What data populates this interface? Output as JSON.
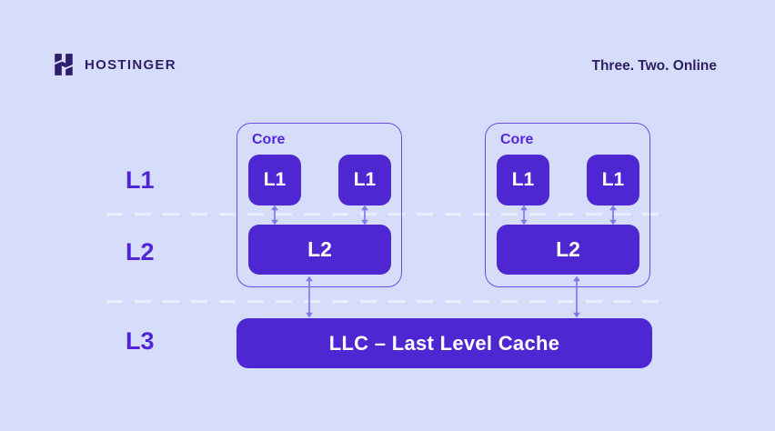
{
  "header": {
    "brand": "HOSTINGER",
    "tagline": "Three. Two. Online"
  },
  "colors": {
    "background": "#D6DDFA",
    "cache_box_fill": "#4F27D2",
    "core_border": "#6C4DE4",
    "label_purple": "#5125D6",
    "arrow": "#8377E9",
    "brand_dark": "#2F1C6A",
    "dashed_line": "#EAEEFC",
    "box_text": "#FFFFFF"
  },
  "diagram": {
    "row_labels": [
      {
        "label": "L1"
      },
      {
        "label": "L2"
      },
      {
        "label": "L3"
      }
    ],
    "cores": [
      {
        "label": "Core",
        "l1_boxes": [
          "L1",
          "L1"
        ],
        "l2_label": "L2"
      },
      {
        "label": "Core",
        "l1_boxes": [
          "L1",
          "L1"
        ],
        "l2_label": "L2"
      }
    ],
    "llc_label": "LLC – Last Level Cache"
  }
}
